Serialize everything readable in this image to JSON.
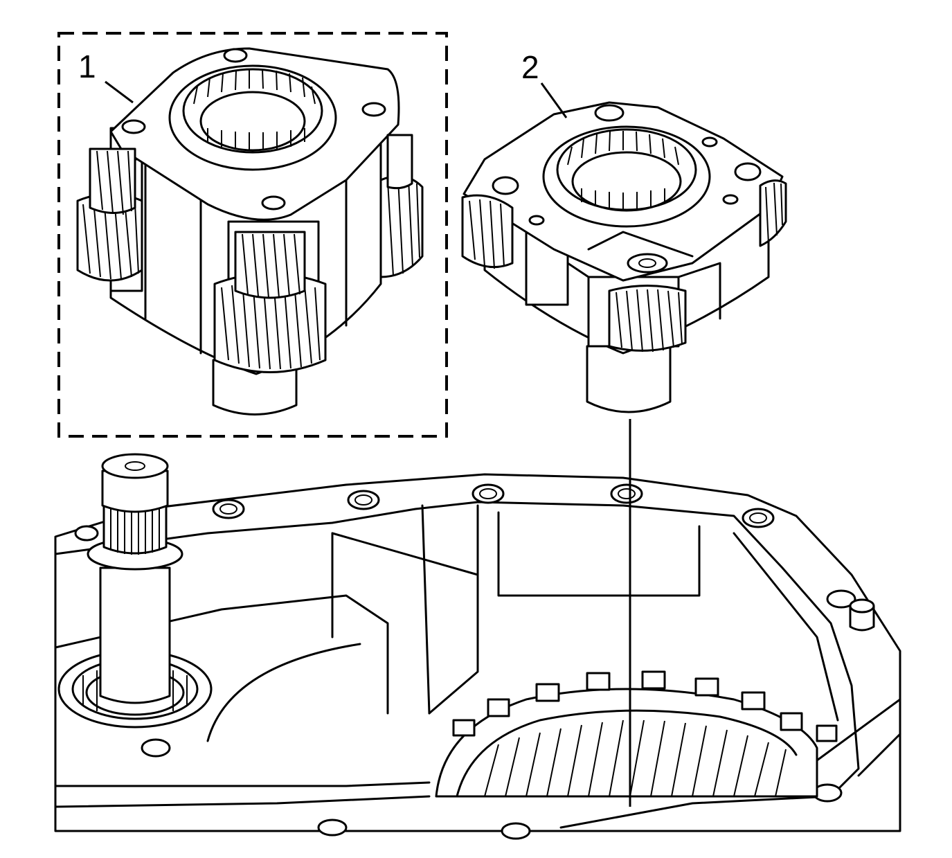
{
  "diagram": {
    "callouts": [
      {
        "id": "1",
        "label": "1"
      },
      {
        "id": "2",
        "label": "2"
      }
    ],
    "colors": {
      "line": "#000000",
      "fill": "#ffffff"
    },
    "icons": {
      "carrier_1": "planetary-carrier-assembly",
      "carrier_2": "planetary-carrier-assembly",
      "case": "transfer-case-housing"
    }
  }
}
